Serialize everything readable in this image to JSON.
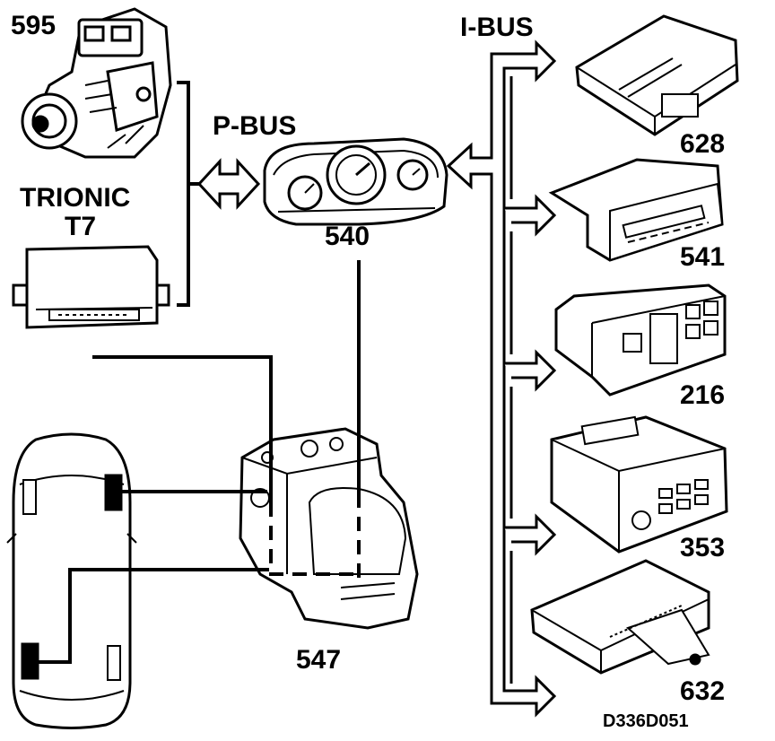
{
  "labels": {
    "injection_pump": "595",
    "ecu_line1": "TRIONIC",
    "ecu_line2": "T7",
    "pbus": "P-BUS",
    "ibus": "I-BUS",
    "instrument_cluster": "540",
    "abs_unit": "547",
    "module_628": "628",
    "module_541": "541",
    "module_216": "216",
    "module_353": "353",
    "module_632": "632",
    "drawing_ref": "D336D051"
  },
  "colors": {
    "ink": "#000000",
    "paper": "#ffffff"
  }
}
